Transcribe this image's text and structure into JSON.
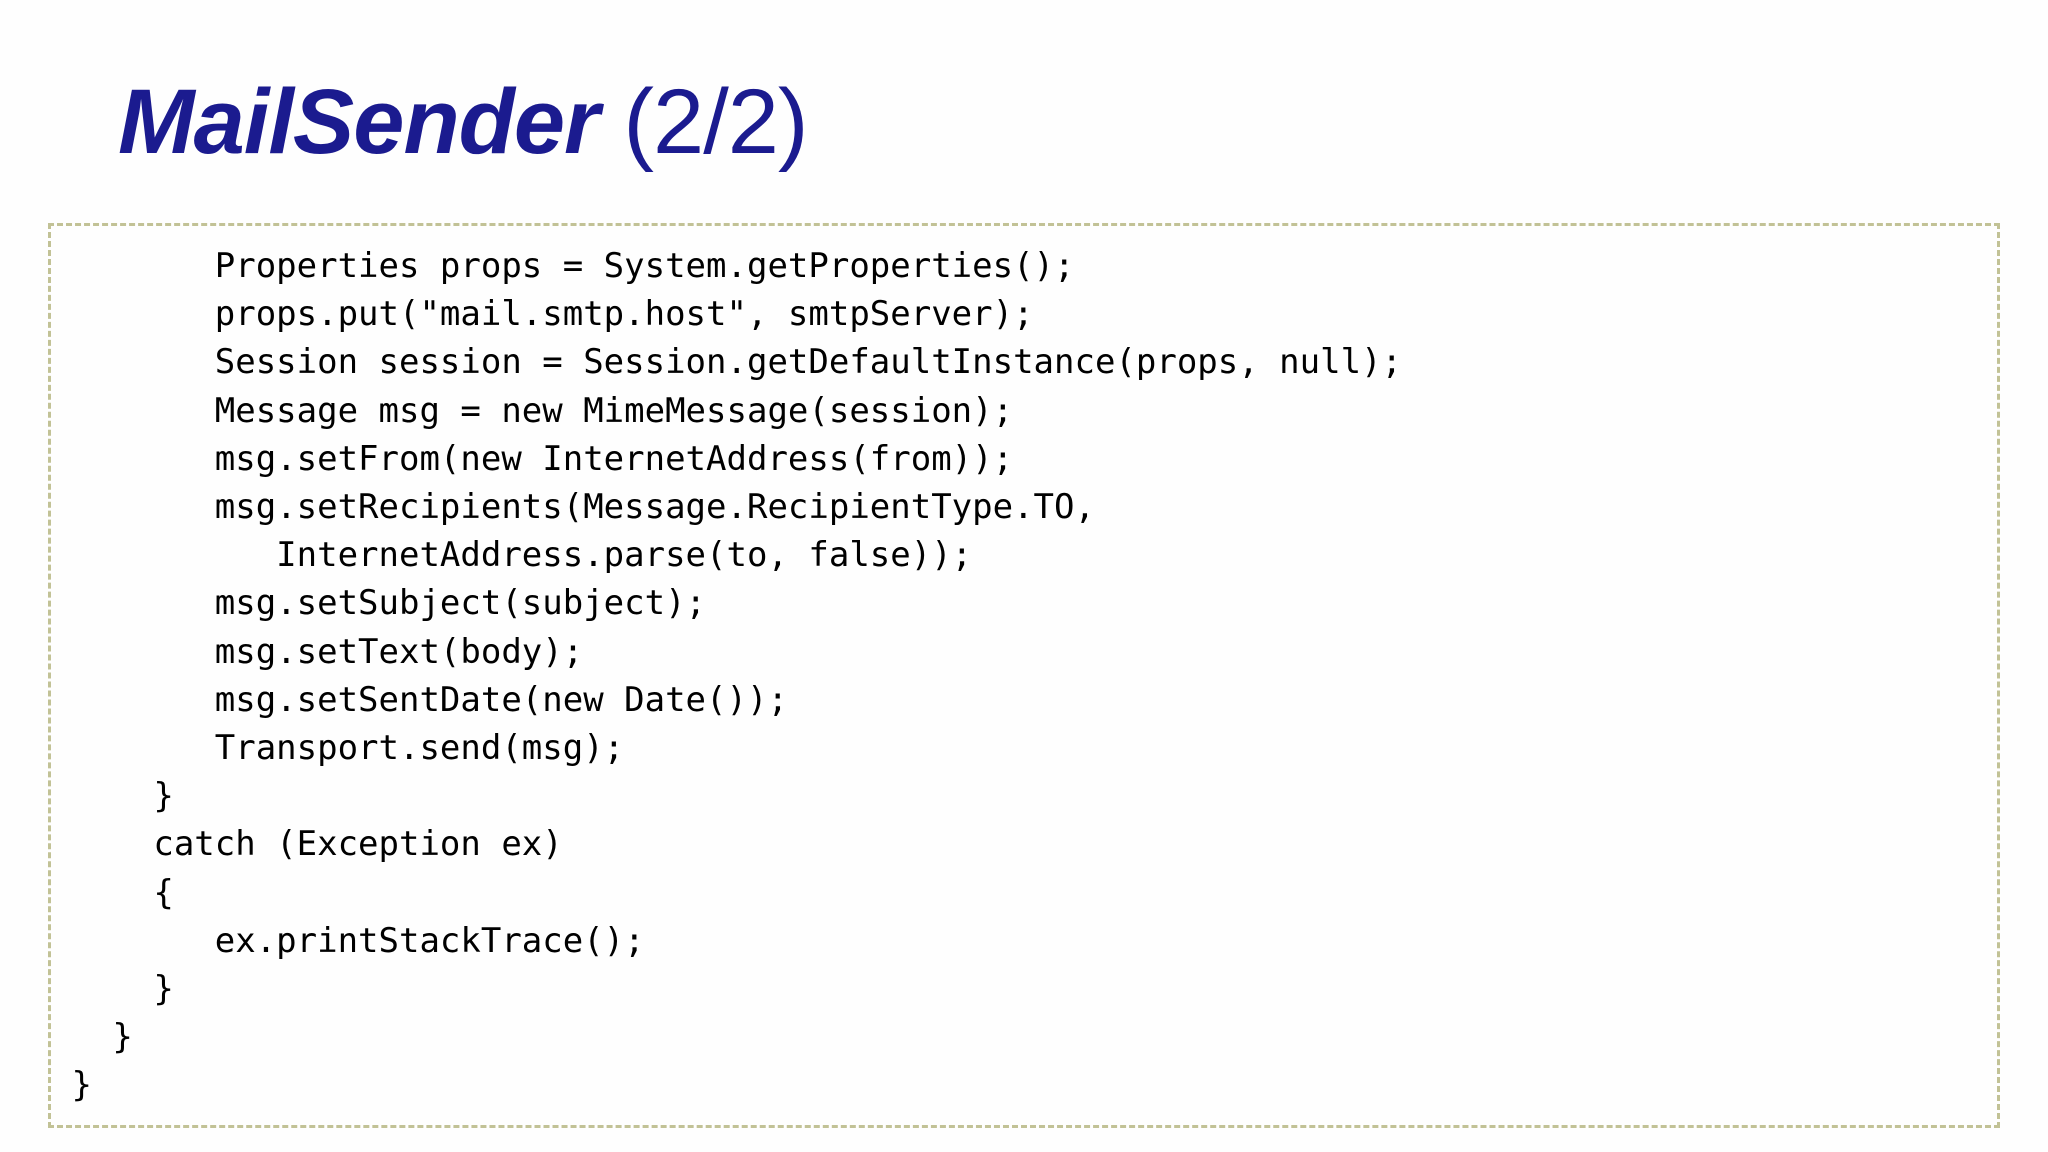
{
  "slide": {
    "title_main": "MailSender",
    "title_suffix": " (2/2)",
    "title_full": "MailSender (2/2)",
    "title_color": "#1b1b8f",
    "background_color": "#fefefe"
  },
  "code_block": {
    "border_style": "dashed",
    "border_color": "#c2c296",
    "text_color": "#000000",
    "language": "java",
    "lines": [
      "        Properties props = System.getProperties();",
      "        props.put(\"mail.smtp.host\", smtpServer);",
      "        Session session = Session.getDefaultInstance(props, null);",
      "        Message msg = new MimeMessage(session);",
      "        msg.setFrom(new InternetAddress(from));",
      "        msg.setRecipients(Message.RecipientType.TO,",
      "           InternetAddress.parse(to, false));",
      "        msg.setSubject(subject);",
      "        msg.setText(body);",
      "        msg.setSentDate(new Date());",
      "        Transport.send(msg);",
      "     }",
      "     catch (Exception ex)",
      "     {",
      "        ex.printStackTrace();",
      "     }",
      "   }",
      " }"
    ]
  }
}
